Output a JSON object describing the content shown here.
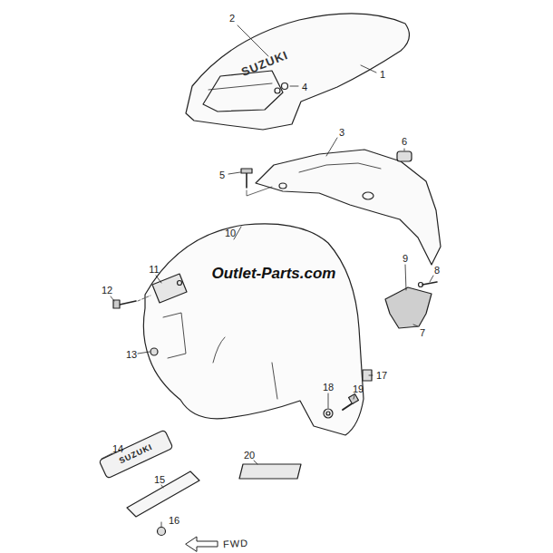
{
  "diagram": {
    "labels": [
      "2",
      "SUZUKI",
      "1",
      "4",
      "3",
      "6",
      "5",
      "10",
      "Outlet-Parts.com",
      "9",
      "8",
      "11",
      "12",
      "7",
      "13",
      "17",
      "18",
      "19",
      "14",
      "SUZUKI",
      "15",
      "20",
      "16",
      "FWD"
    ]
  }
}
